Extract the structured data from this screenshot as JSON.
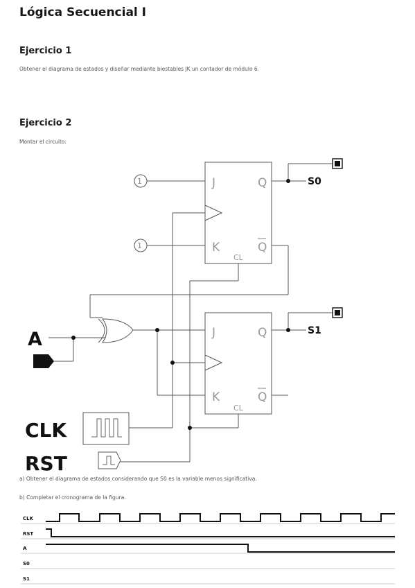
{
  "document": {
    "title": "Lógica Secuencial I",
    "exercise1": {
      "heading": "Ejercicio 1",
      "text": "Obtener el diagrama de estados y diseñar mediante biestables JK un contador de módulo 6."
    },
    "exercise2": {
      "heading": "Ejercicio 2",
      "text": "Montar el circuito:",
      "question_a": "a) Obtener el diagrama de estados considerando que S0 es la variable menos significativa.",
      "question_b": "b) Completar el cronograma de la figura."
    }
  },
  "circuit": {
    "ff_top": {
      "j": "J",
      "k": "K",
      "q": "Q",
      "qbar": "Q",
      "cl": "CL"
    },
    "ff_bottom": {
      "j": "J",
      "k": "K",
      "q": "Q",
      "qbar": "Q",
      "cl": "CL"
    },
    "inputs": {
      "a": "A",
      "clk": "CLK",
      "rst": "RST",
      "one_top_j": "1",
      "one_top_k": "1"
    },
    "outputs": {
      "s0": "S0",
      "s1": "S1"
    }
  },
  "timing": {
    "signals": [
      "CLK",
      "RST",
      "A",
      "S0",
      "S1"
    ]
  }
}
